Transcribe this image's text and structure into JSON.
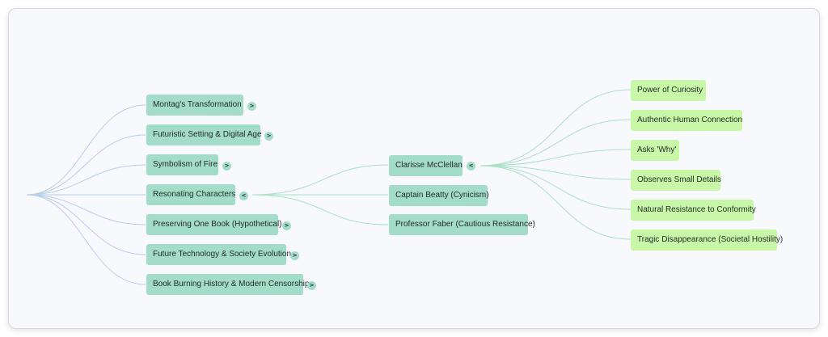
{
  "mindmap": {
    "branches": [
      {
        "label": "Montag's Transformation",
        "toggle": ">"
      },
      {
        "label": "Futuristic Setting & Digital Age",
        "toggle": ">"
      },
      {
        "label": "Symbolism of Fire",
        "toggle": ">"
      },
      {
        "label": "Resonating Characters",
        "toggle": "<"
      },
      {
        "label": "Preserving One Book (Hypothetical)",
        "toggle": ">"
      },
      {
        "label": "Future Technology & Society Evolution",
        "toggle": ">"
      },
      {
        "label": "Book Burning History & Modern Censorship",
        "toggle": ">"
      }
    ],
    "characters": [
      {
        "label": "Clarisse McClellan",
        "toggle": "<"
      },
      {
        "label": "Captain Beatty (Cynicism)"
      },
      {
        "label": "Professor Faber (Cautious Resistance)"
      }
    ],
    "clarisse_traits": [
      {
        "label": "Power of Curiosity"
      },
      {
        "label": "Authentic Human Connection"
      },
      {
        "label": "Asks 'Why'"
      },
      {
        "label": "Observes Small Details"
      },
      {
        "label": "Natural Resistance to Conformity"
      },
      {
        "label": "Tragic Disappearance (Societal Hostility)"
      }
    ]
  },
  "colors": {
    "panel_bg": "#f8f9fc",
    "branch_node": "#a3dcc8",
    "leaf_node": "#c9f7a8",
    "link_blue": "#b8cde6",
    "link_green": "#a9e0c6"
  }
}
